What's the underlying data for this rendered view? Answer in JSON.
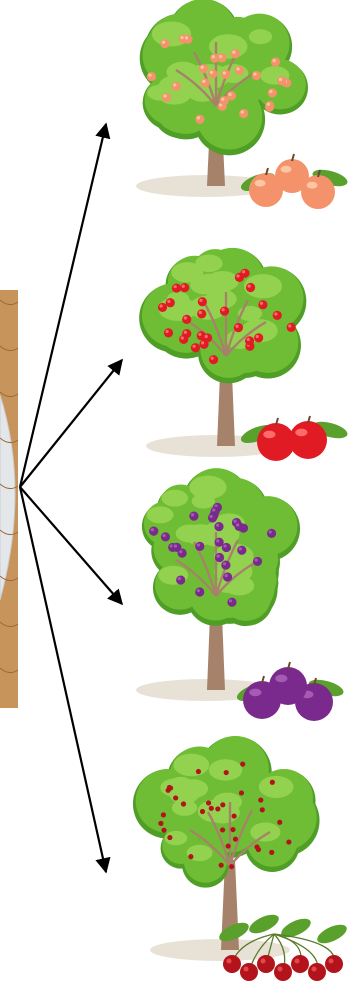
{
  "diagram": {
    "source": {
      "icon": "wooden-board-with-glass-dish",
      "colors": {
        "wood": "#c7955b",
        "wood_dark": "#9a6a36",
        "glass": "#e4e7ea"
      }
    },
    "targets": [
      {
        "icon": "peach-tree",
        "fruit_color": "#f4936b",
        "fruit_highlight": "#fbc6a4"
      },
      {
        "icon": "apple-tree",
        "fruit_color": "#e01b24",
        "fruit_highlight": "#ff6b6b"
      },
      {
        "icon": "plum-tree",
        "fruit_color": "#7a2a8c",
        "fruit_highlight": "#a35bb3"
      },
      {
        "icon": "cherry-tree",
        "fruit_color": "#b3141c",
        "fruit_highlight": "#e04a4f"
      }
    ],
    "colors": {
      "foliage_dark": "#4f9e26",
      "foliage": "#6fbd35",
      "foliage_light": "#93d24f",
      "trunk": "#a7826a",
      "shadow": "#e8e2d6",
      "leaf": "#5aa02c",
      "arrow": "#000000"
    }
  }
}
